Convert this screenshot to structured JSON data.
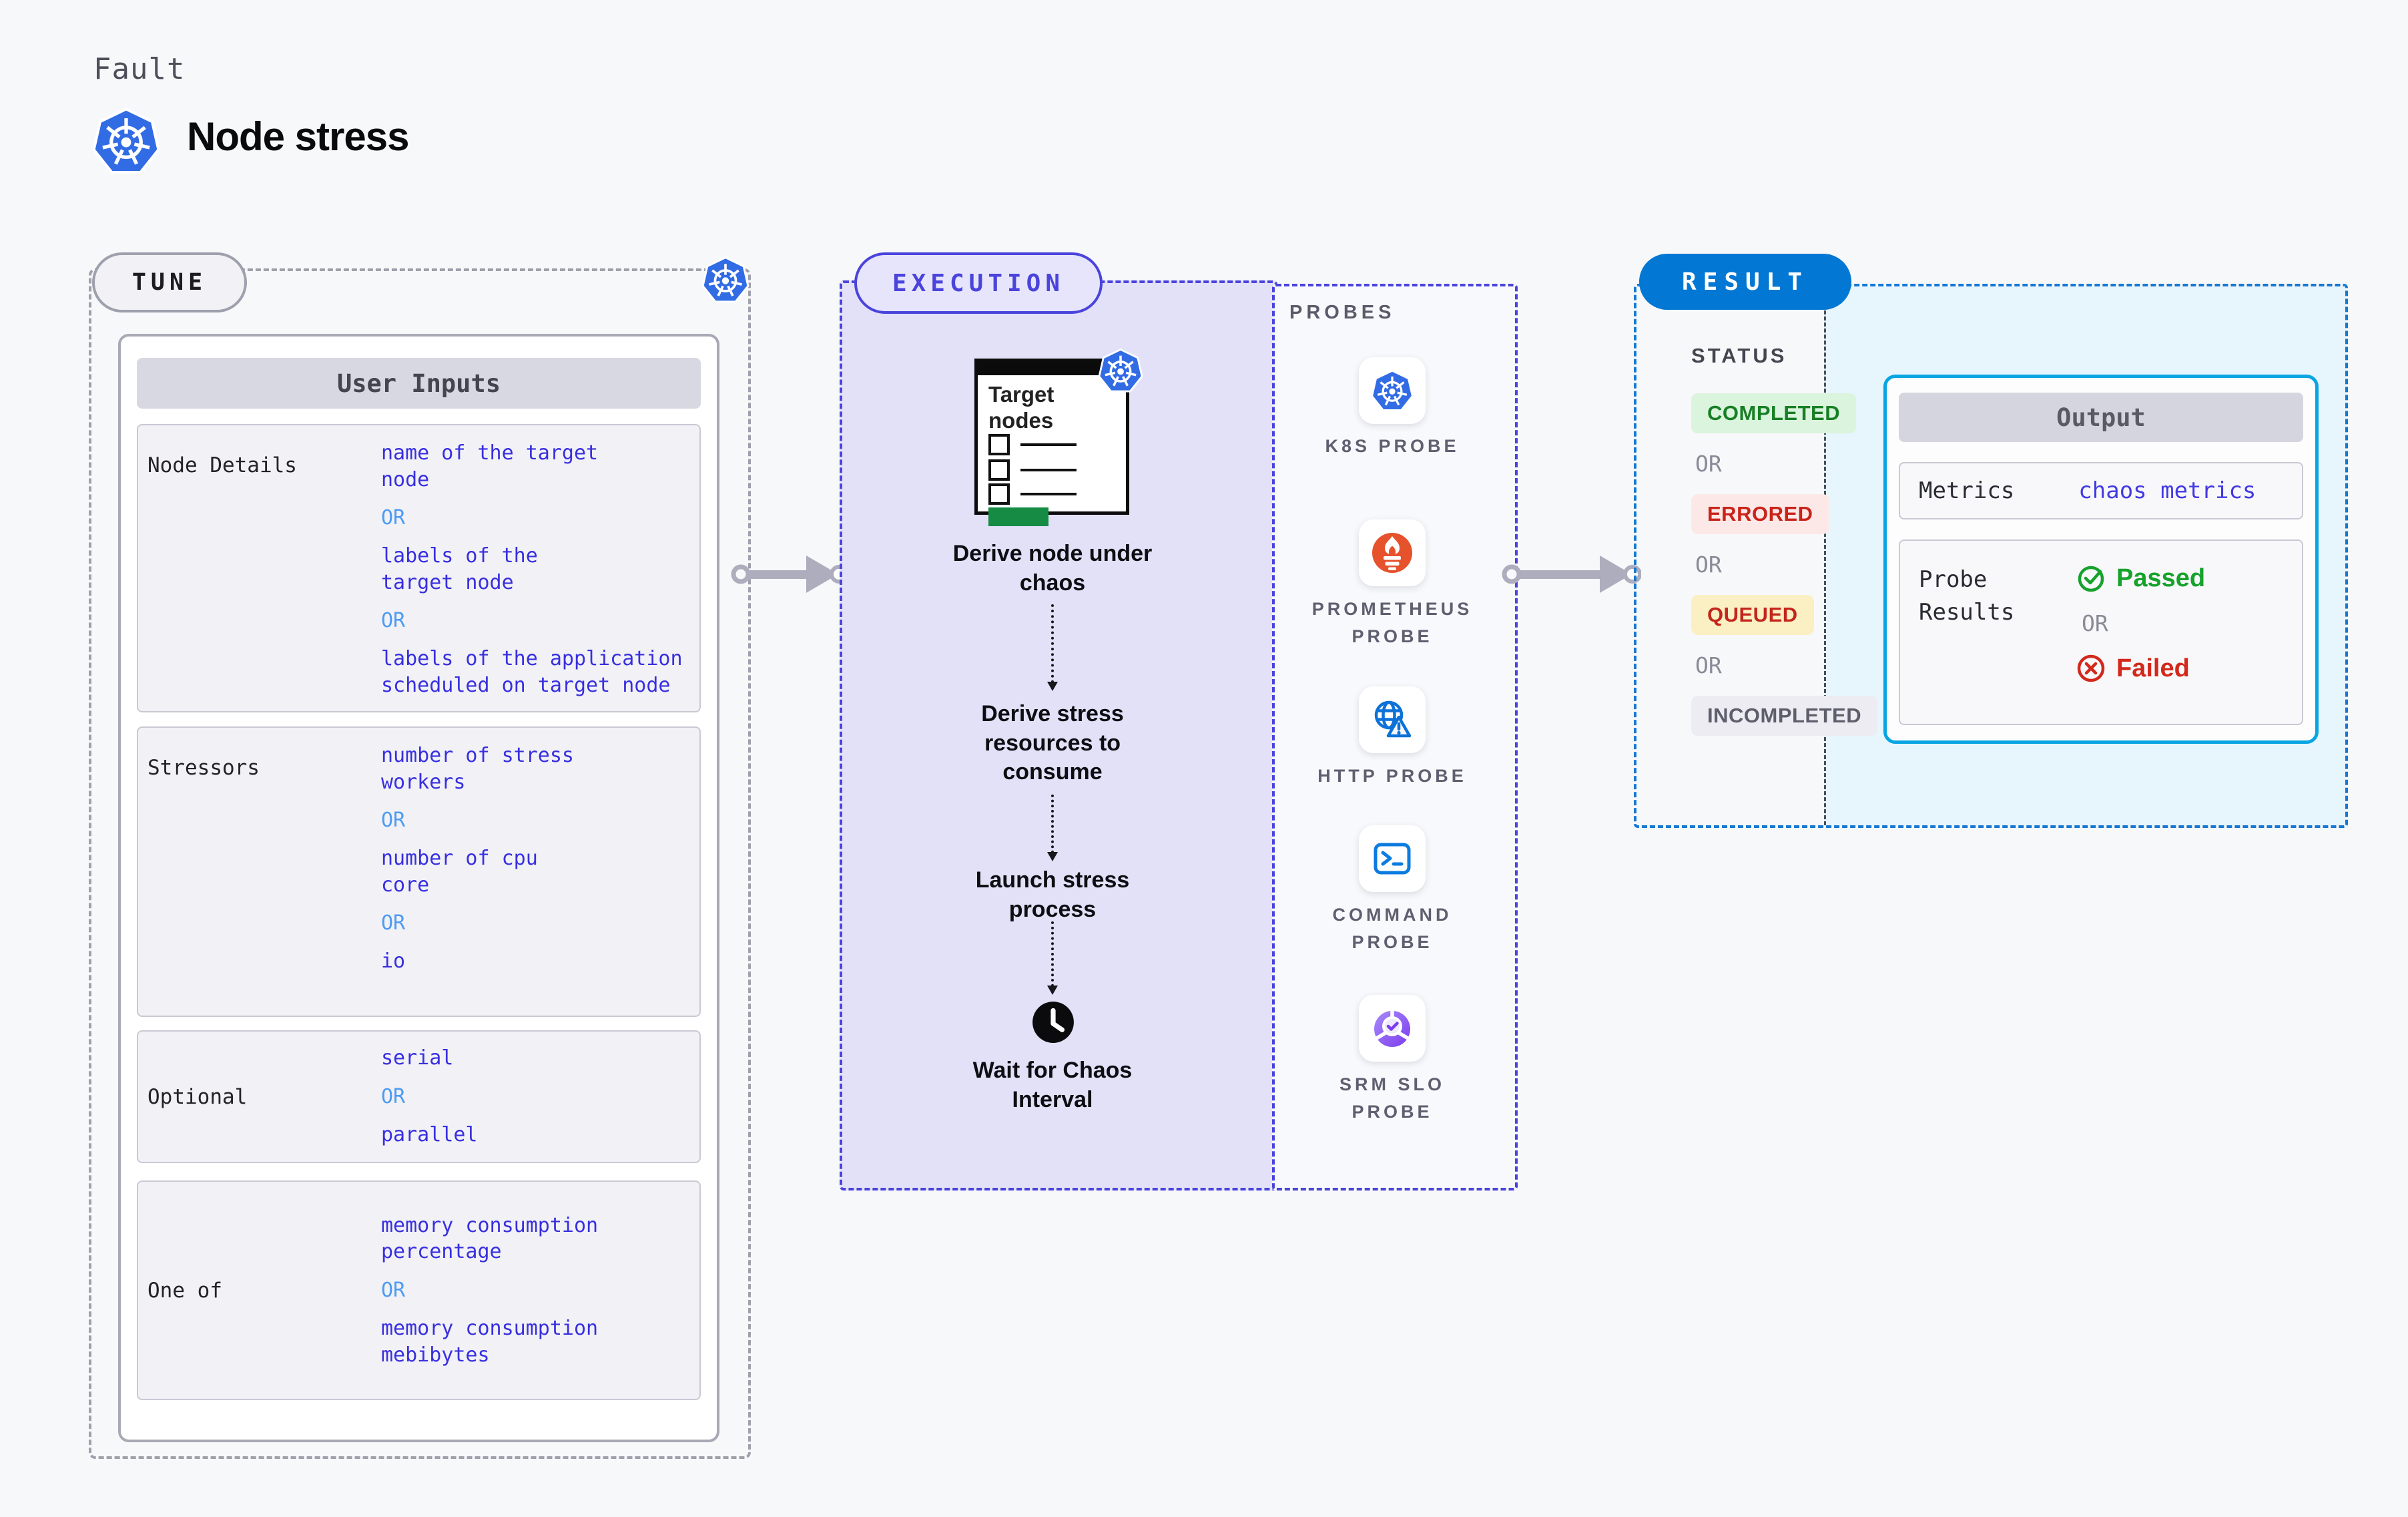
{
  "header": {
    "kicker": "Fault",
    "title": "Node stress",
    "title_icon": "kubernetes-icon"
  },
  "tune": {
    "badge": "TUNE",
    "table_header": "User Inputs",
    "rows": [
      {
        "label": "Node Details",
        "entries": [
          "name of the target\nnode",
          "OR",
          "labels of the\ntarget node",
          "OR",
          "labels of the application\n scheduled on target node"
        ]
      },
      {
        "label": "Stressors",
        "entries": [
          "number of stress\nworkers",
          "OR",
          "number of cpu\ncore",
          "OR",
          "io"
        ]
      },
      {
        "label": "Optional",
        "entries": [
          "serial",
          "OR",
          "parallel"
        ]
      },
      {
        "label": "One of",
        "entries": [
          "memory consumption\npercentage",
          "OR",
          "memory consumption\nmebibytes"
        ]
      }
    ],
    "value_color": "#382FE0",
    "or_color": "#4E9BF1"
  },
  "execution": {
    "badge": "EXECUTION",
    "target_card_title": "Target nodes",
    "steps": [
      "Derive node under chaos",
      "Derive stress resources to consume",
      "Launch stress process"
    ],
    "wait_step": "Wait for Chaos Interval",
    "wait_icon": "clock-icon",
    "panel_color": "#E3E1F8",
    "border_color": "#4A44DC"
  },
  "probes": {
    "label": "PROBES",
    "items": [
      {
        "name": "K8S PROBE",
        "icon": "kubernetes-icon"
      },
      {
        "name": "PROMETHEUS PROBE",
        "icon": "prometheus-icon"
      },
      {
        "name": "HTTP PROBE",
        "icon": "globe-warning-icon"
      },
      {
        "name": "COMMAND PROBE",
        "icon": "terminal-icon"
      },
      {
        "name": "SRM SLO PROBE",
        "icon": "slo-donut-check-icon"
      }
    ]
  },
  "result": {
    "badge": "RESULT",
    "badge_color": "#0277D4",
    "status_label": "STATUS",
    "or_label": "OR",
    "statuses": [
      {
        "text": "COMPLETED",
        "bg": "#DBF4DD",
        "color": "#187F26"
      },
      {
        "text": "ERRORED",
        "bg": "#FCE9E7",
        "color": "#C9231A"
      },
      {
        "text": "QUEUED",
        "bg": "#FAF0C4",
        "color": "#C3261B"
      },
      {
        "text": "INCOMPLETED",
        "bg": "#ECECF2",
        "color": "#5E5E6C"
      }
    ],
    "output": {
      "title": "Output",
      "metrics_label": "Metrics",
      "metrics_value": "chaos metrics",
      "probe_results_label": "Probe Results",
      "passed": "Passed",
      "passed_icon": "check-circle-icon",
      "passed_color": "#16A22B",
      "failed": "Failed",
      "failed_icon": "x-circle-icon",
      "failed_color": "#D3281B"
    }
  }
}
